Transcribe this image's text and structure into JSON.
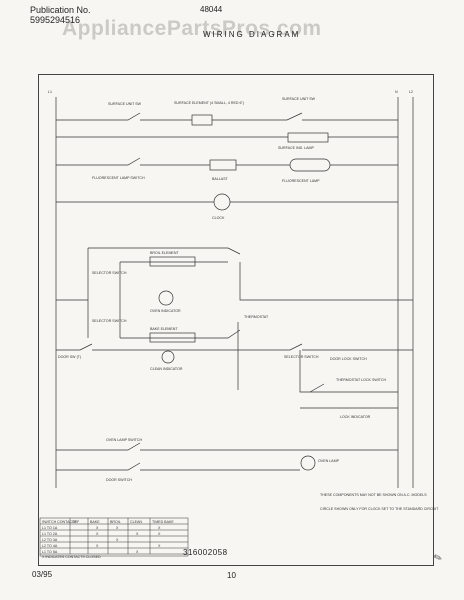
{
  "header": {
    "publication_label": "Publication No.",
    "publication_number": "5995294516",
    "model": "48044",
    "title": "WIRING DIAGRAM",
    "watermark": "AppliancePartsPros.com"
  },
  "labels": {
    "l1": "L1",
    "n": "N",
    "l2": "L2",
    "surface_unit_sw_left": "SURFACE UNIT SW",
    "surface_element": "SURFACE ELEMENT (4 SMALL, 4 RED 6\")",
    "surface_unit_sw_right": "SURFACE UNIT SW",
    "surface_ind_lamp": "SURFACE IND. LAMP",
    "fluorescent_switch": "FLUORESCENT LAMP SWITCH",
    "ballast": "BALLAST",
    "fluorescent_lamp": "FLUORESCENT LAMP",
    "clock": "CLOCK",
    "broil_element": "BROIL ELEMENT",
    "selector_switch_top": "SELECTOR SWITCH",
    "oven_indicator": "OVEN INDICATOR",
    "selector_switch_bottom": "SELECTOR SWITCH",
    "bake_element": "BAKE ELEMENT",
    "thermostat": "THERMOSTAT",
    "door_sw": "DOOR SW (T)",
    "clean_indicator": "CLEAN INDICATOR",
    "selector_switch_right": "SELECTOR SWITCH",
    "door_lock_switch": "DOOR LOCK SWITCH",
    "thermostat_lock_switch": "THERMOSTAT LOCK SWITCH",
    "lock_indicator": "LOCK INDICATOR",
    "oven_lamp_switch": "OVEN LAMP SWITCH",
    "door_switch": "DOOR SWITCH",
    "oven_lamp": "OVEN LAMP",
    "note_1": "THESE COMPONENTS MAY NOT BE SHOWN ON A.C. MODELS",
    "note_2": "CIRCLE SHOWN ONLY FOR CLOCK SET TO THE STANDARD CIRCUIT",
    "doc_number": "316002058"
  },
  "switch_table": {
    "headers": [
      "SWITCH CONTACTS",
      "OFF",
      "BAKE",
      "BROIL",
      "CLEAN",
      "TIMED BAKE"
    ],
    "rows": [
      [
        "L1 TO 1A",
        "",
        "X",
        "X",
        "",
        "X"
      ],
      [
        "L1 TO 2A",
        "",
        "X",
        "",
        "X",
        "X"
      ],
      [
        "L2 TO 3A",
        "",
        "",
        "X",
        "",
        ""
      ],
      [
        "L2 TO 4A",
        "",
        "X",
        "",
        "",
        "X"
      ],
      [
        "L1 TO 5A",
        "",
        "",
        "",
        "X",
        ""
      ]
    ],
    "footnote": "X INDICATES CONTACTS CLOSED"
  },
  "footer": {
    "date": "03/95",
    "page": "10"
  }
}
